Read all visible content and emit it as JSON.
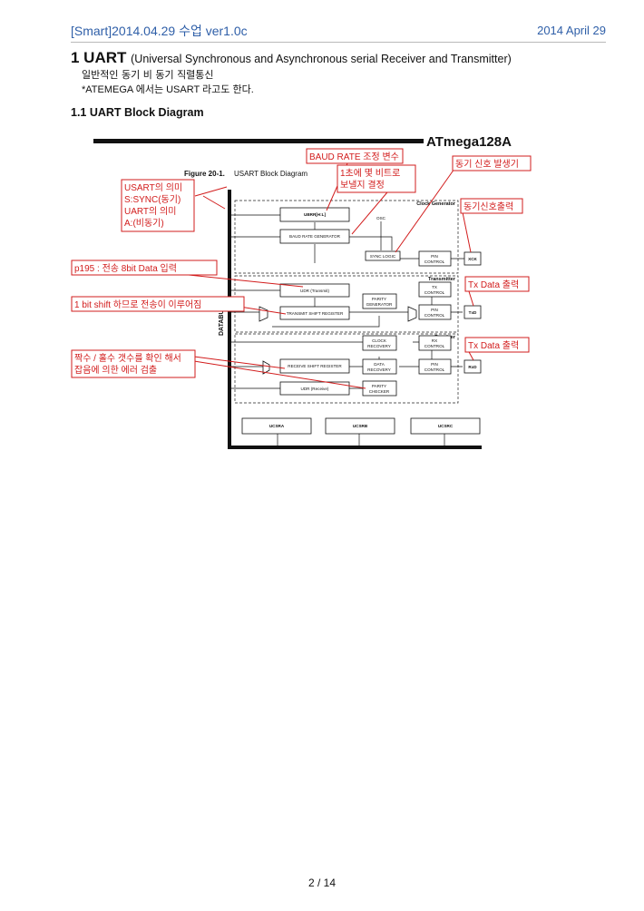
{
  "header": {
    "left": "[Smart]2014.04.29 수업 ver1.0c",
    "right": "2014 April 29"
  },
  "section": {
    "title_main": "1 UART",
    "title_sub": "(Universal Synchronous and Asynchronous serial Receiver and Transmitter)",
    "line1": "일반적인 동기 비 동기 직렬통신",
    "line2": "*ATEMEGA 에서는 USART 라고도 한다.",
    "subsection": "1.1 UART Block Diagram"
  },
  "figure": {
    "chip_name": "ATmega128A",
    "caption_num": "Figure 20-1.",
    "caption_text": "USART Block Diagram",
    "databus": "DATABUS",
    "group_labels": {
      "clock": "Clock Generator",
      "tx": "Transmitter",
      "rx": "Receiver"
    },
    "blocks": {
      "ubrr": "UBRR[H:L]",
      "osc": "OSC",
      "baud": "BAUD RATE GENERATOR",
      "sync": "SYNC LOGIC",
      "pin1a": "PIN",
      "pin1b": "CONTROL",
      "xck": "XCK",
      "udr_tx": "UDR (Transmit)",
      "tx_ctrl_a": "TX",
      "tx_ctrl_b": "CONTROL",
      "parity_gen_a": "PARITY",
      "parity_gen_b": "GENERATOR",
      "tsr": "TRANSMIT SHIFT REGISTER",
      "pin2a": "PIN",
      "pin2b": "CONTROL",
      "txd": "TxD",
      "clk_rec_a": "CLOCK",
      "clk_rec_b": "RECOVERY",
      "rx_ctrl_a": "RX",
      "rx_ctrl_b": "CONTROL",
      "rsr": "RECEIVE SHIFT REGISTER",
      "data_rec_a": "DATA",
      "data_rec_b": "RECOVERY",
      "pin3a": "PIN",
      "pin3b": "CONTROL",
      "rxd": "RxD",
      "udr_rx": "UDR (Receive)",
      "parity_chk_a": "PARITY",
      "parity_chk_b": "CHECKER",
      "ucsra": "UCSRA",
      "ucsrb": "UCSRB",
      "ucsrc": "UCSRC"
    },
    "annotations": {
      "baud": "BAUD RATE 조정 변수",
      "bits1": "1초에 몇 비트로",
      "bits2": "보낼지 결정",
      "sync_gen": "동기 신호 발생기",
      "sync_out": "동기신호출력",
      "usart1": "USART의 의미",
      "usart2": "S:SYNC(동기)",
      "usart3": "UART의 의미",
      "usart4": "A:(비동기)",
      "p195": "p195 : 전송 8bit Data 입력",
      "shift": "1 bit shift 하므로 전송이 이루어짐",
      "tx_out": "Tx Data 출력",
      "rx_out": "Tx Data 출력",
      "parity1": "짝수 / 홀수 갯수를 확인 해서",
      "parity2": "잡음에 의한 에러 검출"
    }
  },
  "footer": {
    "page": "2 / 14"
  }
}
